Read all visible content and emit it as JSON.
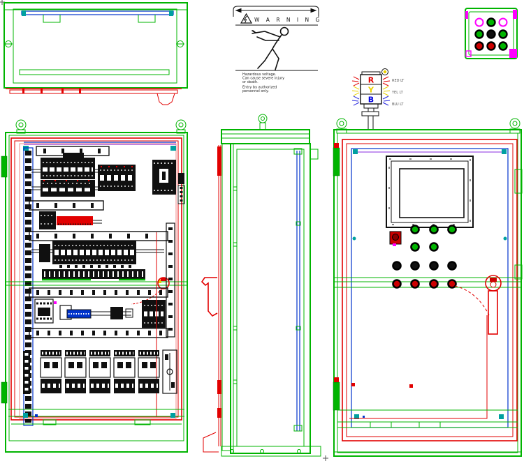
{
  "palette": {
    "green": "#00b400",
    "red": "#e20000",
    "blue": "#0033cc",
    "magenta": "#ff00ff",
    "teal": "#00a0a0",
    "salmon": "#f08a8a",
    "yellow": "#e8d000",
    "button_green": "#00b400",
    "button_red": "#cc0000",
    "button_black": "#101010"
  },
  "warning_label": {
    "heading": "W A R N I N G",
    "lines": [
      "Hazardous voltage.",
      "Can cause severe injury",
      "or death.",
      "Entry by authorized",
      "personnel only."
    ]
  },
  "stack_light": {
    "segments": [
      {
        "letter": "R",
        "label": "RED LT",
        "color": "#e20000"
      },
      {
        "letter": "Y",
        "label": "YEL LT",
        "color": "#e8d000"
      },
      {
        "letter": "B",
        "label": "BLU LT",
        "color": "#0000e0"
      }
    ]
  },
  "front_panel_buttons": {
    "row1": {
      "count": 3,
      "color": "green"
    },
    "row2": {
      "count": 2,
      "color": "green"
    },
    "row3": {
      "count": 4,
      "color": "black"
    },
    "row4": {
      "count": 4,
      "color": "red"
    },
    "selector": {
      "color": "red"
    }
  },
  "pushbutton_box_grid": [
    [
      "magenta-ring",
      "green",
      "magenta-ring"
    ],
    [
      "green",
      "black",
      "green"
    ],
    [
      "red",
      "red",
      "green"
    ]
  ]
}
